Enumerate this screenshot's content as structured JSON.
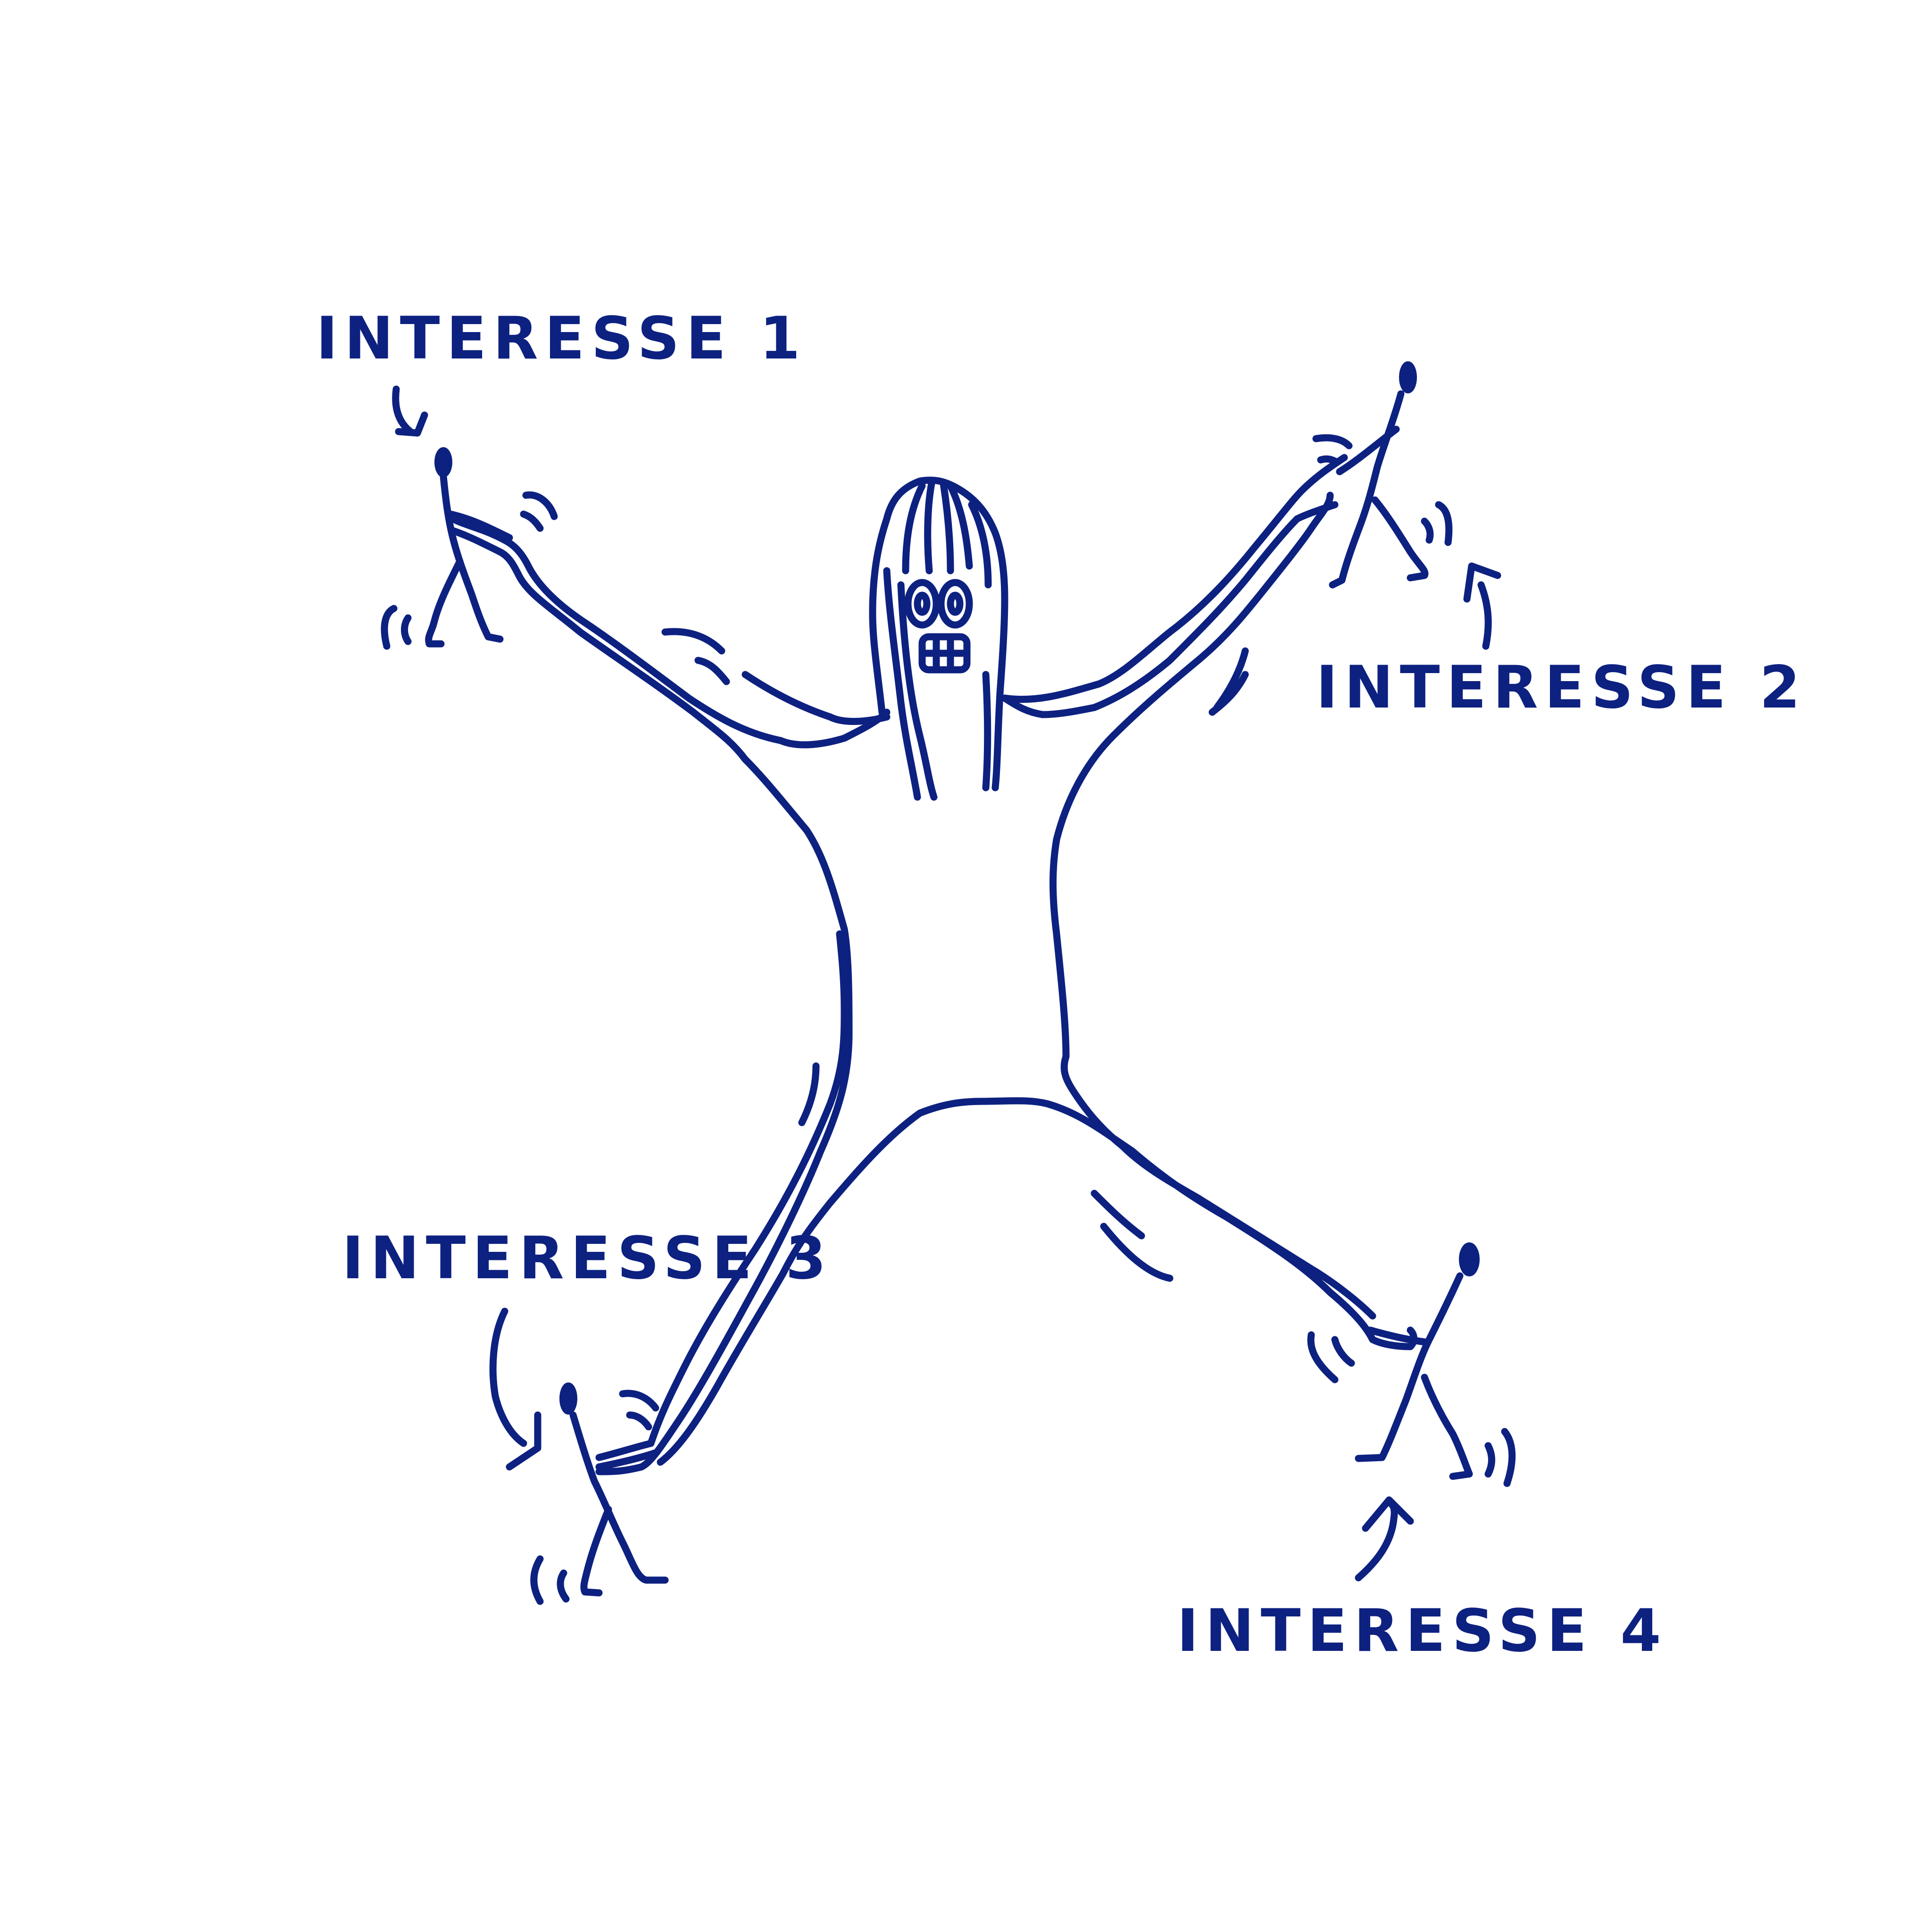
{
  "colors": {
    "ink": "#0d2180",
    "background": "#ffffff"
  },
  "labels": {
    "interest_1": "INTERESSE 1",
    "interest_2": "INTERESSE 2",
    "interest_3": "INTERESSE 3",
    "interest_4": "INTERESSE 4"
  }
}
